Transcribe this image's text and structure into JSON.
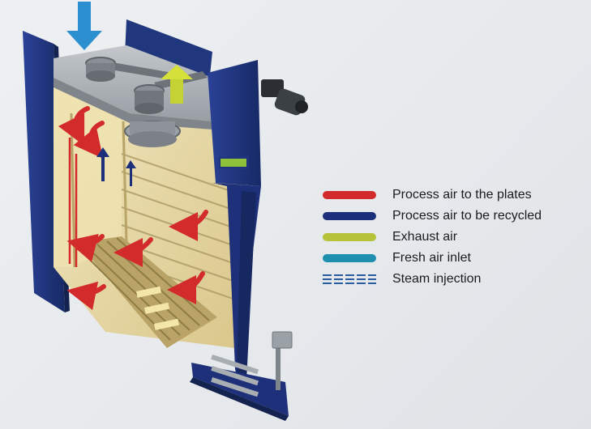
{
  "legend": {
    "items": [
      {
        "label": "Process air to the plates",
        "color": "#d32b2b"
      },
      {
        "label": "Process air to be recycled",
        "color": "#1c2f7a"
      },
      {
        "label": "Exhaust air",
        "color": "#b5c23a"
      },
      {
        "label": "Fresh air inlet",
        "color": "#1f8fb0"
      },
      {
        "label": "Steam injection",
        "color": "#2a5aa0"
      }
    ]
  },
  "colors": {
    "frame_blue": "#20367d",
    "chamber_yellow": "#e7d9a8",
    "wood_plate": "#c9b478",
    "indicator_green": "#8fc23a",
    "top_grey": "#a8adb2"
  },
  "icons": [
    "fresh-air-down-arrow-icon",
    "exhaust-up-arrow-icon",
    "motor-icon",
    "fan-icon"
  ]
}
